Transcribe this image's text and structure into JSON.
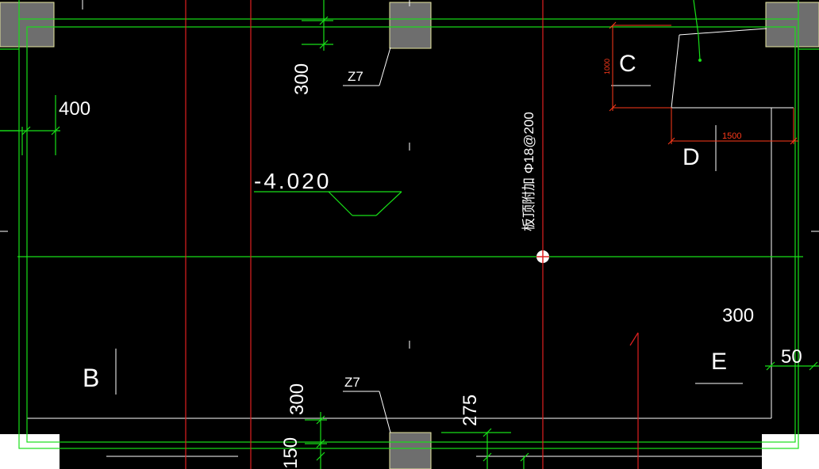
{
  "drawing": {
    "colors": {
      "background": "#000000",
      "green": "#18e018",
      "red": "#e02020",
      "white": "#ffffff",
      "column_fill": "#6e6e6e",
      "orange": "#ff3a1a"
    },
    "dimensions": {
      "top_300": "300",
      "left_400": "400",
      "right_300": "300",
      "right_50": "50",
      "bottom_300": "300",
      "bottom_275": "275",
      "bottom_150": "150",
      "detail_1000": "1000",
      "detail_1500": "1500"
    },
    "column_labels": {
      "top": "Z7",
      "bottom": "Z7"
    },
    "elevation": "-4.020",
    "rebar_note": "板顶附加 Φ18@200",
    "zone_labels": {
      "b": "B",
      "c": "C",
      "d": "D",
      "e": "E"
    }
  }
}
